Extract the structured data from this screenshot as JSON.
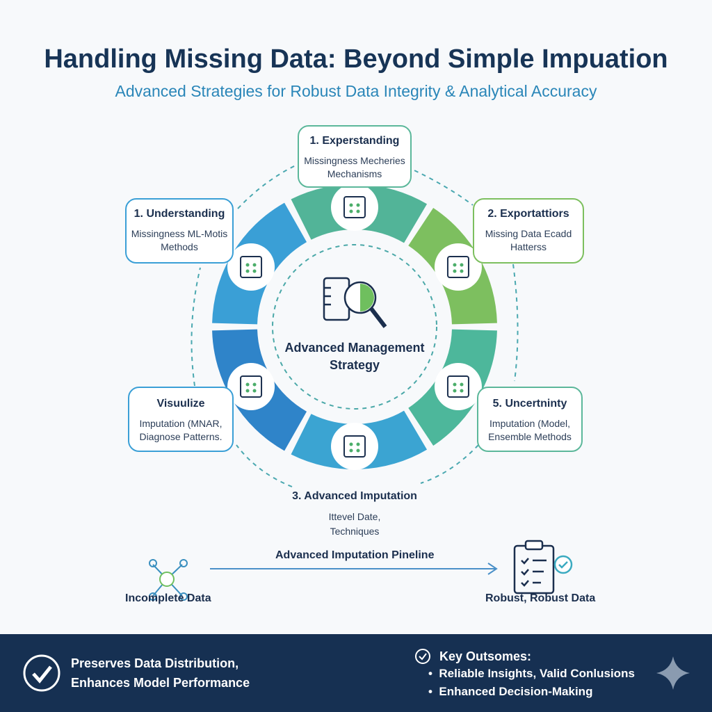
{
  "title": "Handling Missing Data: Beyond Simple Impuation",
  "subtitle": "Advanced Strategies for Robust Data Integrity & Analytical Accuracy",
  "center": {
    "line1": "Advanced Management",
    "line2": "Strategy"
  },
  "steps": [
    {
      "title": "1. Experstanding",
      "line1": "Missingness Mecheries",
      "line2": "Mechanisms",
      "icon": "data-grid-icon"
    },
    {
      "title": "2. Exportattiors",
      "line1": "Missing Data Ecadd",
      "line2": "Hatterss",
      "icon": "chart-monitor-icon"
    },
    {
      "title": "5. Uncertninty",
      "line1": "Imputation (Model,",
      "line2": "Ensemble Methods",
      "icon": "bar-chart-icon"
    },
    {
      "title": "3. Advanced Imputation",
      "line1": "Ittevel Date,",
      "line2": "Techniques",
      "icon": "brain-network-icon"
    },
    {
      "title": "Visuulize",
      "line1": "Imputation (MNAR,",
      "line2": "Diagnose Patterns.",
      "icon": "monitor-icon"
    },
    {
      "title": "1. Understanding",
      "line1": "Missingness ML-Motis",
      "line2": "Methods",
      "icon": "magnifier-icon"
    }
  ],
  "pipeline": {
    "label": "Advanced Imputation Pineline",
    "left": "Incomplete Data",
    "right": "Robust, Robust Data"
  },
  "footer": {
    "left1": "Preserves Data Distribution,",
    "left2": "Enhances Model Performance",
    "key_title": "Key Outsomes:",
    "bullets": [
      "Reliable Insights, Valid Conlusions",
      "Enhanced Decision-Making"
    ]
  },
  "colors": {
    "navy": "#163052",
    "teal": "#4fb39a",
    "green": "#7cbf5e",
    "blue": "#3a9fd6",
    "darkblue": "#2e82c8"
  }
}
